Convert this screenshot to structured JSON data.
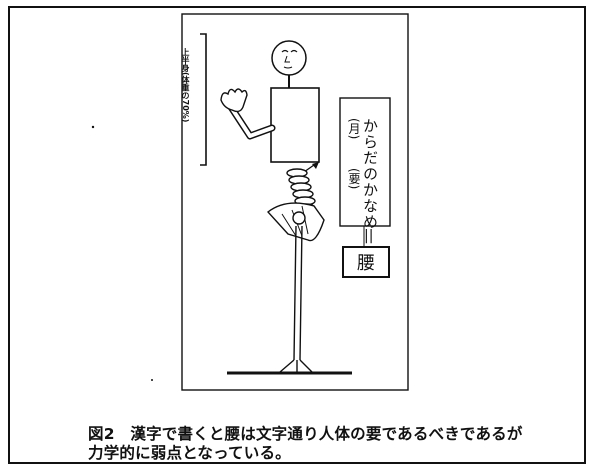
{
  "figure": {
    "caption_line1": "図2　漢字で書くと腰は文字通り人体の要であるべきであるが",
    "caption_line2": "力学的に弱点となっている。",
    "upper_body_label": "上半身(体重の70%)",
    "vertical_main_label": "からだのかなめ",
    "vertical_annotation_left": "(月)",
    "vertical_annotation_right": "(要)",
    "equals_sign": "||",
    "koshi_box_text": "腰"
  }
}
